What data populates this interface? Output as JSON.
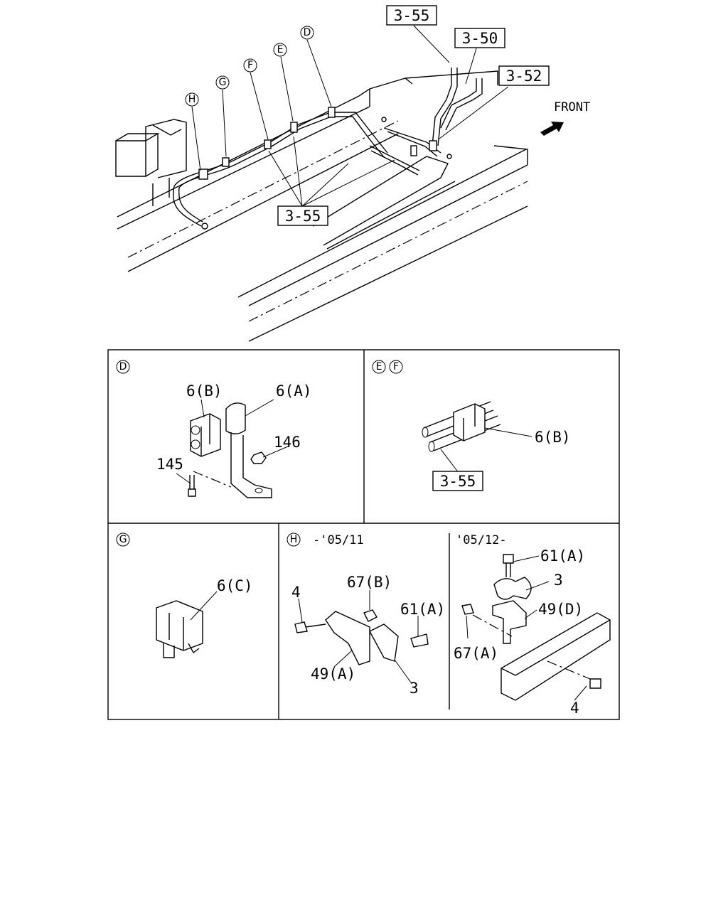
{
  "overview": {
    "refs": {
      "ref_top": "3-55",
      "ref_50": "3-50",
      "ref_52": "3-52",
      "ref_mid": "3-55"
    },
    "detail_markers": [
      "D",
      "E",
      "F",
      "G",
      "H"
    ],
    "front_label": "FRONT"
  },
  "panels": {
    "d": {
      "marker": "D",
      "labels": {
        "clip_b": "6(B)",
        "clip_a": "6(A)",
        "nut": "146",
        "bolt": "145"
      }
    },
    "ef": {
      "markers": [
        "E",
        "F"
      ],
      "labels": {
        "clip_b": "6(B)",
        "ref": "3-55"
      }
    },
    "g": {
      "marker": "G",
      "labels": {
        "clip_c": "6(C)"
      }
    },
    "h1": {
      "marker": "H",
      "period": "-'05/11",
      "labels": {
        "bolt": "4",
        "nut": "67(B)",
        "bolt_a": "61(A)",
        "bracket": "49(A)",
        "clip": "3"
      }
    },
    "h2": {
      "period": "'05/12-",
      "labels": {
        "bolt_a": "61(A)",
        "clip": "3",
        "bracket": "49(D)",
        "nut": "67(A)",
        "bolt": "4"
      }
    }
  }
}
